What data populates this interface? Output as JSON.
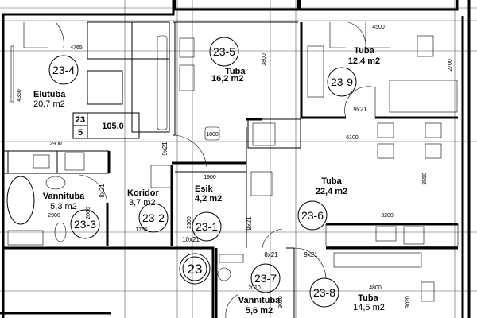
{
  "rooms": {
    "r4": {
      "id": "23-4",
      "name": "Elutuba",
      "area": "20,7 m2"
    },
    "r5": {
      "id": "23-5",
      "name": "Tuba",
      "area": "16,2 m2"
    },
    "r9": {
      "id": "23-9",
      "name": "Tuba",
      "area": "12,4 m2"
    },
    "r3": {
      "id": "23-3",
      "name": "Vannituba",
      "area": "5,3 m2"
    },
    "r2": {
      "id": "23-2",
      "name": "Koridor",
      "area": "3,7 m2"
    },
    "r1": {
      "id": "23-1",
      "name": "Esik",
      "area": "4,2 m2"
    },
    "r6": {
      "id": "23-6",
      "name": "Tuba",
      "area": "22,4 m2"
    },
    "r7": {
      "id": "23-7",
      "name": "Vannituba",
      "area": "5,6 m2"
    },
    "r8": {
      "id": "23-8",
      "name": "Tuba",
      "area": "14,5 m2"
    }
  },
  "apartment": {
    "number": "23",
    "rooms_count": "5",
    "total_area": "105,0",
    "tag": "23"
  },
  "dimensions": {
    "d4765": "4765",
    "d4350": "4350",
    "d2900a": "2900",
    "d2900b": "2900",
    "d3800": "3800",
    "d1800": "1800",
    "d4500": "4500",
    "d2700": "2700",
    "d6100": "6100",
    "d2000": "2000",
    "d1765": "1765",
    "d1900": "1900",
    "d2100": "2100",
    "d3650": "3650",
    "d3200": "3200",
    "d2010": "2010",
    "d3020a": "3020",
    "d4800": "4800",
    "d3020b": "3020"
  },
  "doors": {
    "door_9x21_a": "9x21",
    "door_9x21_b": "9x21",
    "door_8x21_a": "8x21",
    "door_10x21": "10x21",
    "door_9x21_c": "9x21",
    "door_8x21_b": "8x21",
    "door_9x21_d": "9x21"
  }
}
